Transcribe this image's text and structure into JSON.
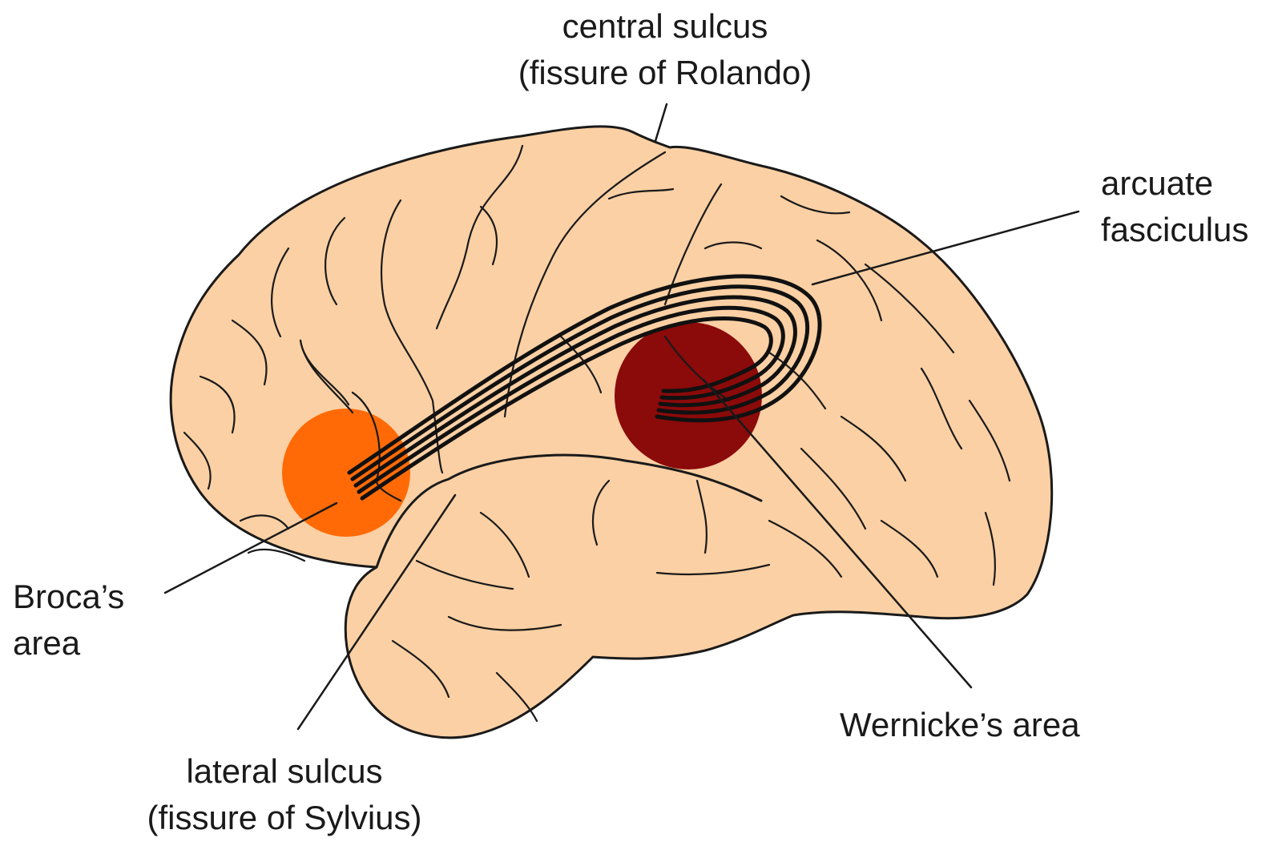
{
  "labels": {
    "central_sulcus": {
      "line1": "central sulcus",
      "line2": "(fissure of Rolando)"
    },
    "arcuate_fasciculus": {
      "line1": "arcuate",
      "line2": "fasciculus"
    },
    "brocas_area": {
      "line1": "Broca’s",
      "line2": "area"
    },
    "wernickes_area": {
      "line1": "Wernicke’s area"
    },
    "lateral_sulcus": {
      "line1": "lateral sulcus",
      "line2": "(fissure of Sylvius)"
    }
  },
  "colors": {
    "brain_fill": "#fbd0a4",
    "outline": "#1a1a1a",
    "broca_region": "#ff6a06",
    "wernicke_region": "#8b0a0a",
    "fasciculus_tract": "#111111",
    "background": "#ffffff"
  }
}
